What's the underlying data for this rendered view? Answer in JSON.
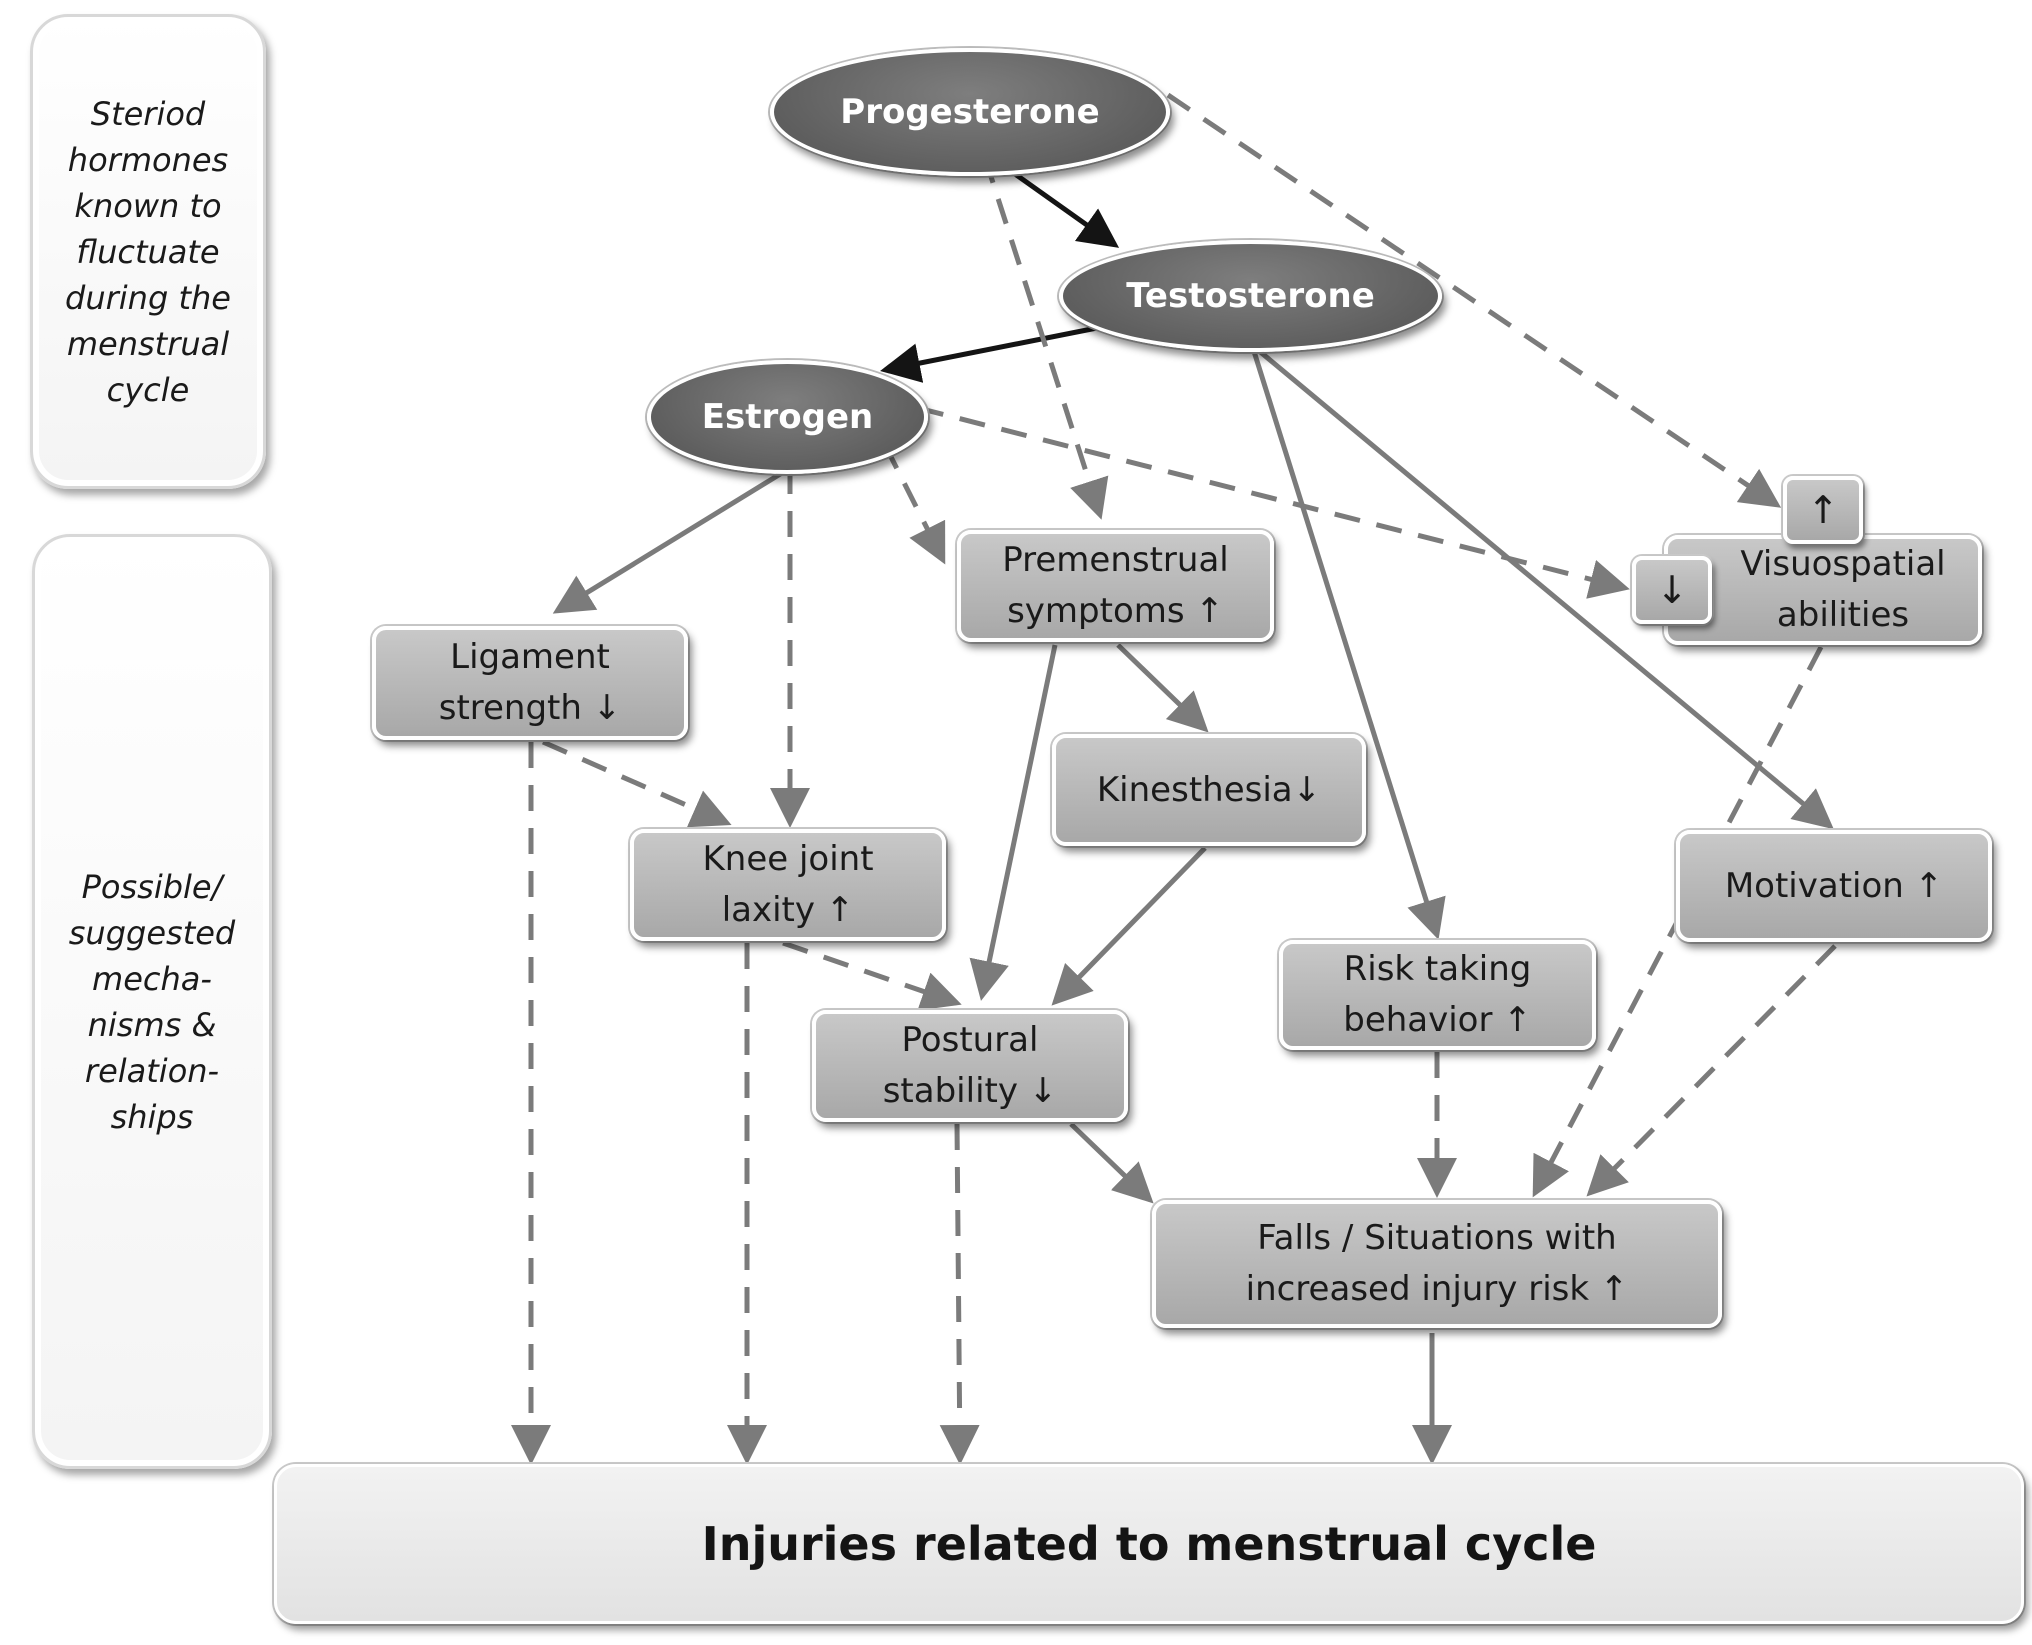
{
  "side_labels": {
    "hormones": "Steriod hormones known to fluctuate during the menstrual cycle",
    "mechanisms": "Possible/ suggested mecha- nisms & relation- ships"
  },
  "hormones": {
    "progesterone": "Progesterone",
    "testosterone": "Testosterone",
    "estrogen": "Estrogen"
  },
  "nodes": {
    "ligament_strength": "Ligament\nstrength ↓",
    "knee_joint_laxity": "Knee joint\nlaxity ↑",
    "premenstrual_symptoms": "Premenstrual\nsymptoms ↑",
    "kinesthesia": "Kinesthesia↓",
    "postural_stability": "Postural\nstability ↓",
    "risk_taking_behavior": "Risk taking\nbehavior ↑",
    "visuospatial_abilities": "Visuospatial\nabilities",
    "visuospatial_up": "↑",
    "visuospatial_down": "↓",
    "motivation": "Motivation ↑",
    "falls": "Falls / Situations with\nincreased injury risk ↑"
  },
  "outcome": "Injuries related to menstrual cycle",
  "colors": {
    "hormone_fill": "#676767",
    "box_fill": "#b5b5b5",
    "arrow_gray": "#7b7b7b",
    "arrow_black": "#141414"
  }
}
